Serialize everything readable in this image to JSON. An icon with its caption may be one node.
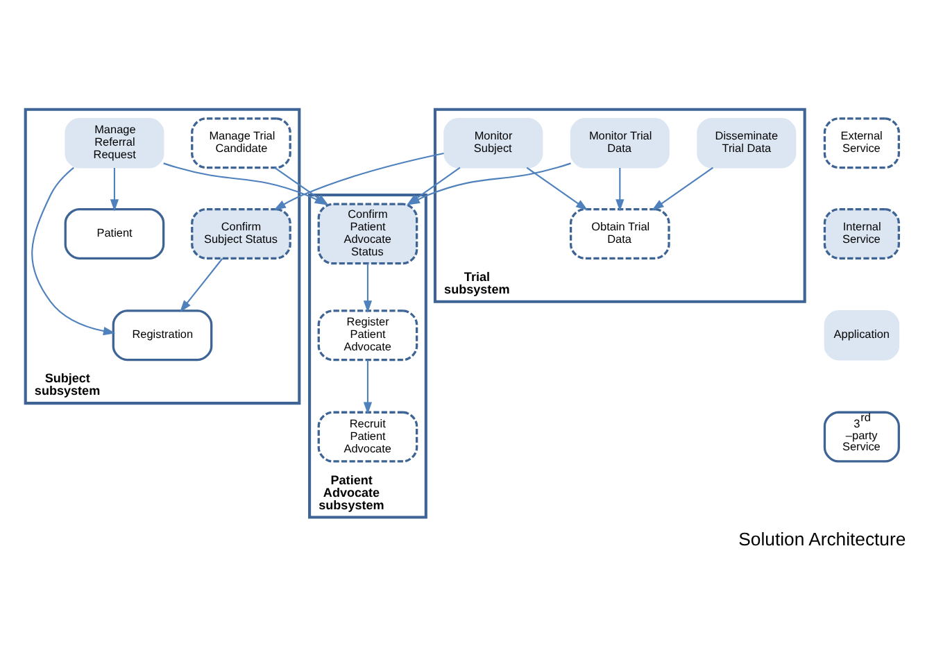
{
  "diagram": {
    "title": "Solution Architecture",
    "nodes": [
      {
        "text": [
          "Patient Advocate subsystem"
        ]
      },
      {
        "text": [
          "Recruit Patient Advocate"
        ],
        "in": 0
      },
      {
        "text": [
          "Register Patient Advocate"
        ],
        "in": 0
      },
      {
        "text": [
          "Confirm Patient Advocate Status"
        ],
        "in": 0
      },
      {
        "text": [
          "Subject subsystem"
        ]
      },
      {
        "text": [
          "Manage Trial Candidate"
        ],
        "in": 4
      },
      {
        "text": [
          "Manage Referral Request"
        ],
        "in": 4
      },
      {
        "text": [
          "Patient"
        ],
        "in": 4
      },
      {
        "text": [
          "Registration"
        ],
        "in": 4
      },
      {
        "text": [
          "Confirm Subject Status"
        ],
        "in": 4
      },
      {
        "text": [
          "Trial subsystem"
        ]
      },
      {
        "text": [
          "Disseminate Trial Data"
        ],
        "in": 10
      },
      {
        "text": [
          "Monitor Trial Data"
        ],
        "in": 10
      },
      {
        "text": [
          "Monitor Subject"
        ],
        "in": 10
      },
      {
        "text": [
          "Obtain Trial Data"
        ],
        "in": 10
      }
    ],
    "edges": [
      {
        "from": 2,
        "to": 1,
        "arrow": "to"
      },
      {
        "from": 3,
        "to": 2,
        "arrow": "to"
      },
      {
        "from": 5,
        "to": 3,
        "arrow": "to"
      },
      {
        "from": 6,
        "to": 3,
        "arrow": "to"
      },
      {
        "from": 12,
        "to": 3,
        "arrow": "to"
      },
      {
        "from": 13,
        "to": 3,
        "arrow": "to"
      },
      {
        "from": 6,
        "to": 7,
        "arrow": "to"
      },
      {
        "from": 6,
        "to": 8,
        "arrow": "to"
      },
      {
        "from": 9,
        "to": 8,
        "arrow": "to"
      },
      {
        "from": 13,
        "to": 9,
        "arrow": "to"
      },
      {
        "from": 11,
        "to": 14,
        "arrow": "to"
      },
      {
        "from": 12,
        "to": 14,
        "arrow": "to"
      },
      {
        "from": 13,
        "to": 14,
        "arrow": "to"
      }
    ],
    "legend": [
      {
        "text": "External Service"
      },
      {
        "text": "Internal Service"
      },
      {
        "text": "Application"
      },
      {
        "text": "3$^{rd}$ –party Service"
      }
    ]
  }
}
